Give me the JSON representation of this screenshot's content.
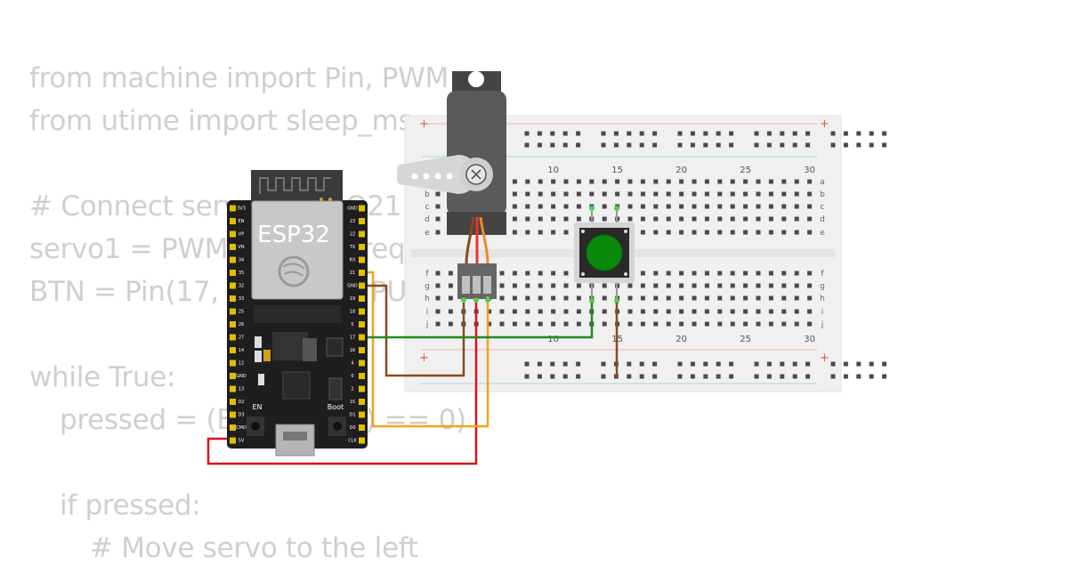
{
  "code_lines": [
    {
      "text": "from machine import Pin, PWM",
      "indent": 0
    },
    {
      "text": "from utime import sleep_ms",
      "indent": 0
    },
    {
      "text": "",
      "indent": 0
    },
    {
      "text": "# Connect servo to GPIO21 using PWM",
      "indent": 0
    },
    {
      "text": "servo1 = PWM(Pin(21), freq=50)",
      "indent": 0
    },
    {
      "text": "BTN = Pin(17, Pin.IN, Pin.PULL_UP)",
      "indent": 0
    },
    {
      "text": "",
      "indent": 0
    },
    {
      "text": "while True:",
      "indent": 0
    },
    {
      "text": "pressed = (BTN.value() == 0)",
      "indent": 1
    },
    {
      "text": "",
      "indent": 0
    },
    {
      "text": "if pressed:",
      "indent": 1
    },
    {
      "text": "# Move servo to the left",
      "indent": 2
    }
  ],
  "board": {
    "title": "ESP32",
    "en_label": "EN",
    "boot_label": "Boot",
    "left_pins": [
      "3V3",
      "EN",
      "VP",
      "VN",
      "34",
      "35",
      "32",
      "33",
      "25",
      "26",
      "27",
      "14",
      "12",
      "GND",
      "13",
      "D2",
      "D3",
      "CMD",
      "5V"
    ],
    "right_pins": [
      "GND",
      "23",
      "22",
      "TX",
      "RX",
      "21",
      "GND",
      "19",
      "18",
      "5",
      "17",
      "16",
      "4",
      "0",
      "2",
      "15",
      "D1",
      "D0",
      "CLK"
    ]
  },
  "breadboard": {
    "column_numbers": [
      "10",
      "15",
      "20",
      "25",
      "30"
    ],
    "rows_top": [
      "a",
      "b",
      "c",
      "d",
      "e"
    ],
    "rows_bottom": [
      "f",
      "g",
      "h",
      "i",
      "j"
    ]
  },
  "colors": {
    "wire_red": "#d8141b",
    "wire_orange": "#f0a21e",
    "wire_brown": "#8a4a1c",
    "wire_green": "#1e8a1e",
    "button_cap": "#0a8a0a",
    "board": "#1e1e1e",
    "servo": "#555555"
  }
}
